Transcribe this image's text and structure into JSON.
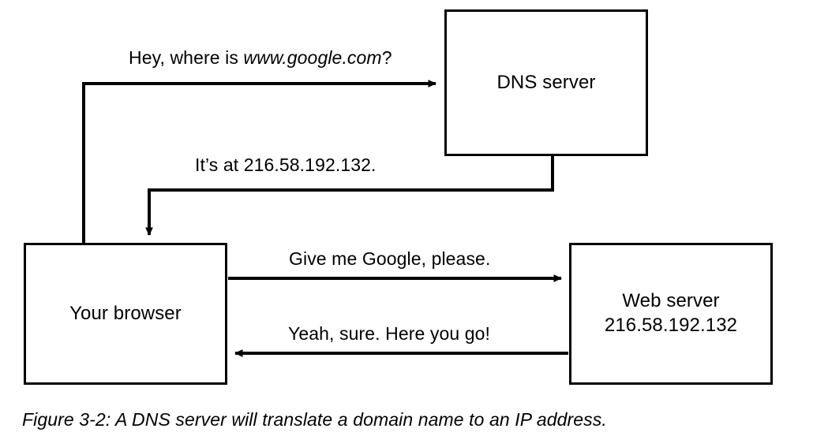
{
  "figure": {
    "caption": "Figure 3-2: A DNS server will translate a domain name to an IP address.",
    "background_color": "#ffffff",
    "line_color": "#000000"
  },
  "nodes": {
    "dns_server": {
      "label": "DNS server"
    },
    "browser": {
      "label": "Your browser"
    },
    "web_server": {
      "label": "Web server\n216.58.192.132"
    }
  },
  "edges": {
    "query": {
      "label_prefix": "Hey, where is ",
      "label_domain": "www.google.com",
      "label_suffix": "?"
    },
    "answer": {
      "label": "It’s at 216.58.192.132."
    },
    "request": {
      "label": "Give me Google, please."
    },
    "response": {
      "label": "Yeah, sure. Here you go!"
    }
  }
}
